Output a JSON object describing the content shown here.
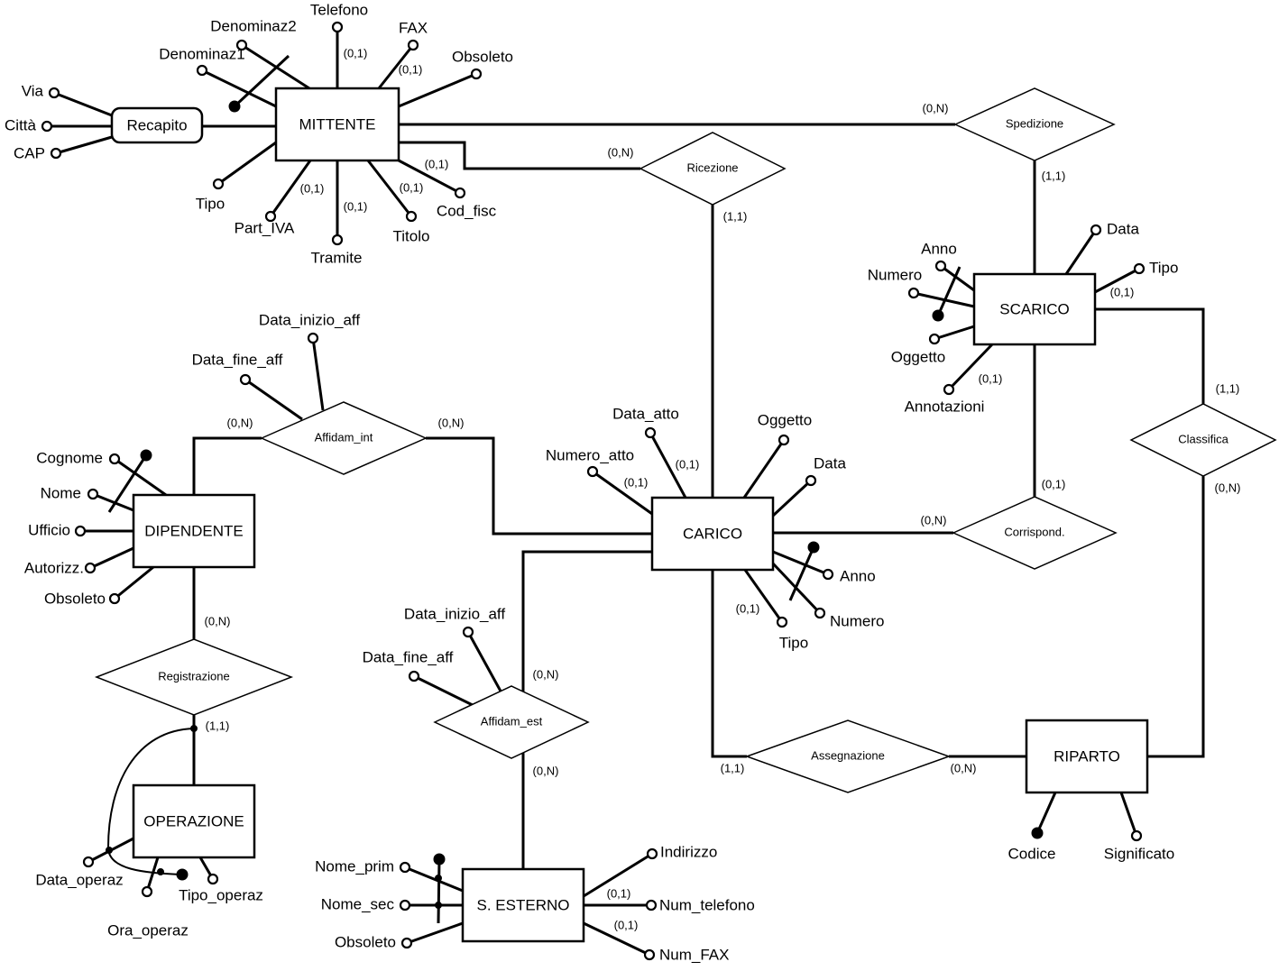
{
  "entities": {
    "mittente": "MITTENTE",
    "recapito": "Recapito",
    "scarico": "SCARICO",
    "carico": "CARICO",
    "dipendente": "DIPENDENTE",
    "operazione": "OPERAZIONE",
    "esterno": "S. ESTERNO",
    "riparto": "RIPARTO"
  },
  "relationships": {
    "spedizione": "Spedizione",
    "ricezione": "Ricezione",
    "affidam_int": "Affidam_int",
    "classifica": "Classifica",
    "corrispond": "Corrispond.",
    "registrazione": "Registrazione",
    "affidam_est": "Affidam_est",
    "assegnazione": "Assegnazione"
  },
  "attributes": {
    "recapito": {
      "via": "Via",
      "citta": "Città",
      "cap": "CAP"
    },
    "mittente": {
      "telefono": "Telefono",
      "fax": "FAX",
      "obsoleto": "Obsoleto",
      "denominaz2": "Denominaz2",
      "denominaz1": "Denominaz1",
      "tipo": "Tipo",
      "part_iva": "Part_IVA",
      "tramite": "Tramite",
      "titolo": "Titolo",
      "cod_fisc": "Cod_fisc"
    },
    "scarico": {
      "data": "Data",
      "tipo": "Tipo",
      "anno": "Anno",
      "numero": "Numero",
      "oggetto": "Oggetto",
      "annotazioni": "Annotazioni"
    },
    "carico": {
      "data_atto": "Data_atto",
      "numero_atto": "Numero_atto",
      "oggetto": "Oggetto",
      "data": "Data",
      "anno": "Anno",
      "numero": "Numero",
      "tipo": "Tipo"
    },
    "dipendente": {
      "cognome": "Cognome",
      "nome": "Nome",
      "ufficio": "Ufficio",
      "autorizz": "Autorizz.",
      "obsoleto": "Obsoleto"
    },
    "affidam_int": {
      "data_inizio_aff": "Data_inizio_aff",
      "data_fine_aff": "Data_fine_aff"
    },
    "affidam_est": {
      "data_inizio_aff": "Data_inizio_aff",
      "data_fine_aff": "Data_fine_aff"
    },
    "operazione": {
      "data_operaz": "Data_operaz",
      "ora_operaz": "Ora_operaz",
      "tipo_operaz": "Tipo_operaz"
    },
    "esterno": {
      "nome_prim": "Nome_prim",
      "nome_sec": "Nome_sec",
      "obsoleto": "Obsoleto",
      "indirizzo": "Indirizzo",
      "num_telefono": "Num_telefono",
      "num_fax": "Num_FAX"
    },
    "riparto": {
      "codice": "Codice",
      "significato": "Significato"
    }
  },
  "cardinalities": {
    "mittente_spedizione": "(0,N)",
    "scarico_spedizione": "(1,1)",
    "mittente_ricezione": "(0,N)",
    "carico_ricezione": "(1,1)",
    "scarico_classifica": "(1,1)",
    "riparto_classifica": "(0,N)",
    "scarico_corrispond": "(0,1)",
    "carico_corrispond": "(0,N)",
    "dipendente_affidam_int": "(0,N)",
    "carico_affidam_int": "(0,N)",
    "dipendente_registrazione": "(0,N)",
    "operazione_registrazione": "(1,1)",
    "carico_affidam_est": "(0,N)",
    "esterno_affidam_est": "(0,N)",
    "carico_assegnazione": "(1,1)",
    "riparto_assegnazione": "(0,N)",
    "mittente_telefono": "(0,1)",
    "mittente_fax": "(0,1)",
    "mittente_cod_fisc": "(0,1)",
    "mittente_titolo": "(0,1)",
    "mittente_tramite": "(0,1)",
    "mittente_part_iva": "(0,1)",
    "scarico_tipo": "(0,1)",
    "scarico_annotazioni": "(0,1)",
    "carico_numero_atto": "(0,1)",
    "carico_data_atto": "(0,1)",
    "carico_tipo": "(0,1)",
    "esterno_num_telefono": "(0,1)",
    "esterno_num_fax": "(0,1)"
  }
}
